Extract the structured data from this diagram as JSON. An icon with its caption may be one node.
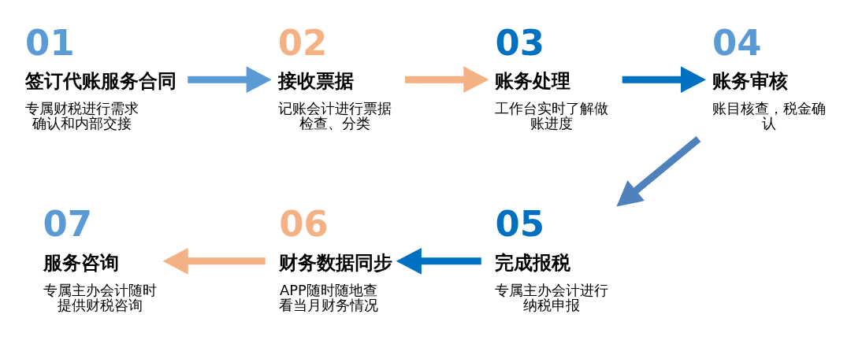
{
  "diagram": {
    "nodes": [
      {
        "text": [
          "01",
          "签订代账服务合同",
          "专属财税进行需求确认和内部交接"
        ]
      },
      {
        "text": [
          "02",
          "接收票据",
          "记账会计进行票据检查、分类"
        ]
      },
      {
        "text": [
          "03",
          "账务处理",
          "工作台实时了解做账进度"
        ]
      },
      {
        "text": [
          "04",
          "账务审核",
          "账目核查，税金确认"
        ]
      },
      {
        "text": [
          "05",
          "完成报税",
          "专属主办会计进行纳税申报"
        ]
      },
      {
        "text": [
          "06",
          "财务数据同步",
          "APP随时随地查看当月财务情况"
        ]
      },
      {
        "text": [
          "07",
          "服务咨询",
          "专属主办会计随时提供财税咨询"
        ]
      }
    ],
    "edges": [
      {
        "from": 0,
        "to": 1,
        "arrow": "to",
        "color": "#5b9bd5"
      },
      {
        "from": 1,
        "to": 2,
        "arrow": "to",
        "color": "#f4b183"
      },
      {
        "from": 2,
        "to": 3,
        "arrow": "to",
        "color": "#0070c0"
      },
      {
        "from": 3,
        "to": 4,
        "arrow": "to",
        "color": "#4f81bd"
      },
      {
        "from": 4,
        "to": 5,
        "arrow": "to",
        "color": "#0070c0"
      },
      {
        "from": 5,
        "to": 6,
        "arrow": "to",
        "color": "#f4b183"
      }
    ]
  }
}
